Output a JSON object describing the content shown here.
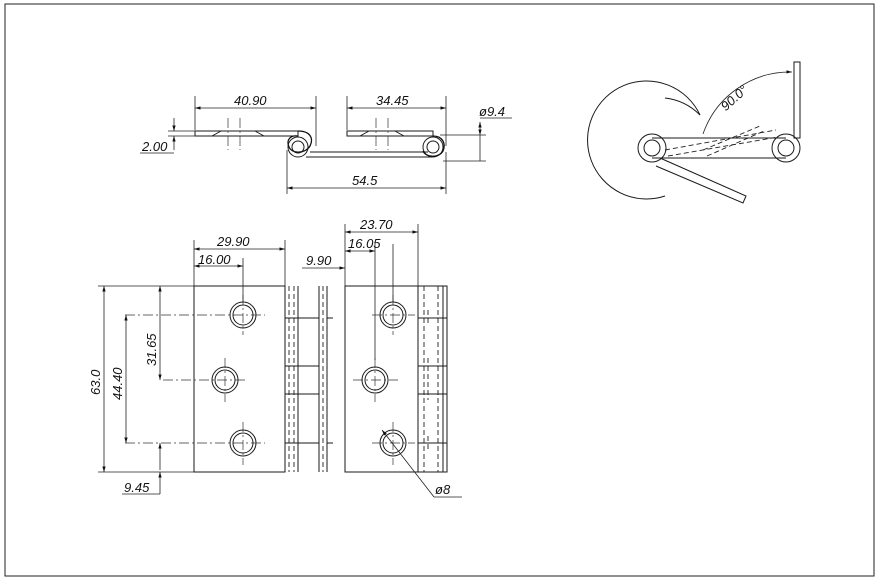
{
  "dims": {
    "top_left_width": "40.90",
    "top_right_width": "34.45",
    "knuckle_dia": "ø9.4",
    "thickness": "2.00",
    "total_width": "54.5",
    "angle": "90.0°",
    "hole_x_far": "29.90",
    "hole_x_near": "16.00",
    "gap": "9.90",
    "right_hole_far": "23.70",
    "right_hole_near": "16.05",
    "height": "63.0",
    "hole_span": "44.40",
    "hole_mid": "31.65",
    "hole_bottom": "9.45",
    "hole_dia": "ø8"
  }
}
